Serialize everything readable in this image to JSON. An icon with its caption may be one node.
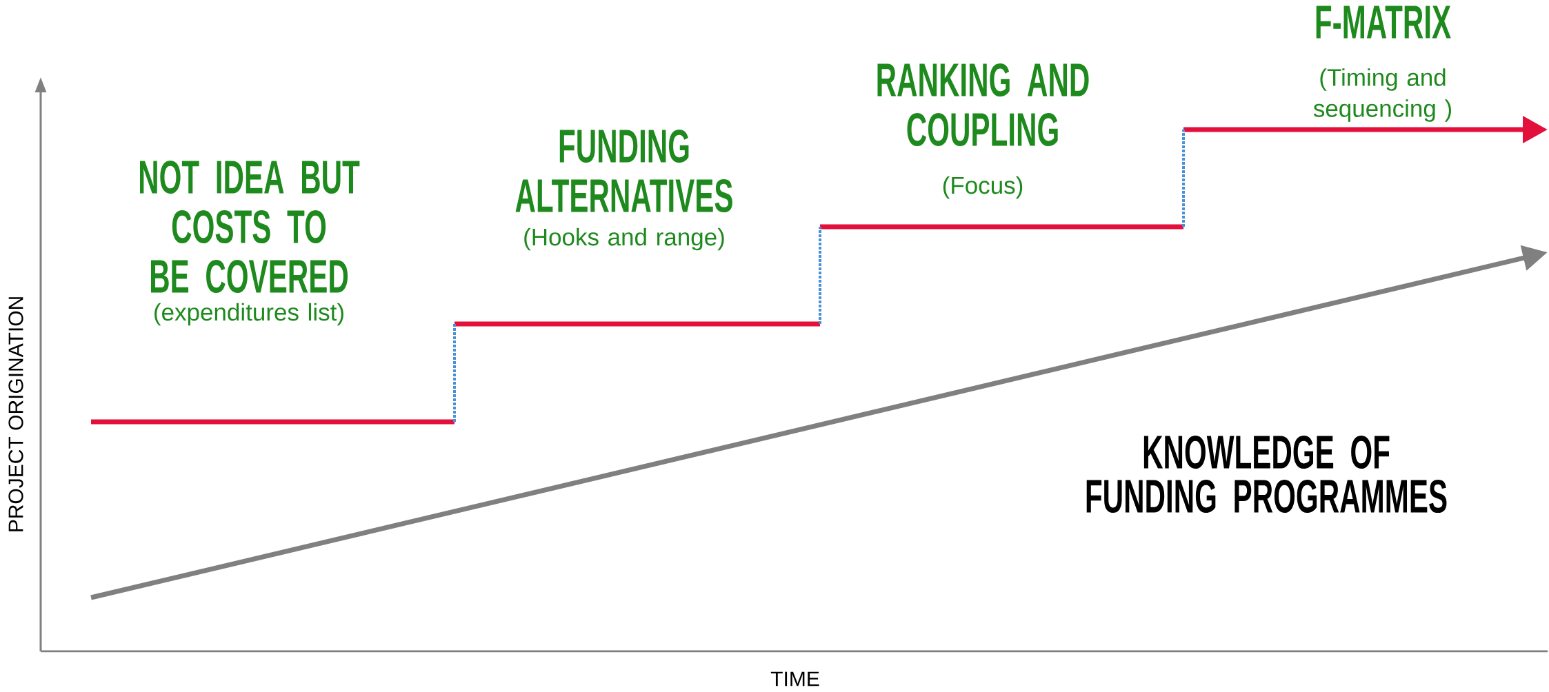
{
  "diagram": {
    "labels": [
      "PROJECT ORIGINATION",
      "NOT IDEA BUT COSTS TO BE COVERED",
      "(expenditures list)",
      "FUNDING ALTERNATIVES",
      "(Hooks and range)",
      "RANKING AND COUPLING",
      "(Focus)",
      "F-MATRIX",
      "(Timing and sequencing )",
      "KNOWLEDGE OF FUNDING PROGRAMMES",
      "TIME"
    ]
  }
}
